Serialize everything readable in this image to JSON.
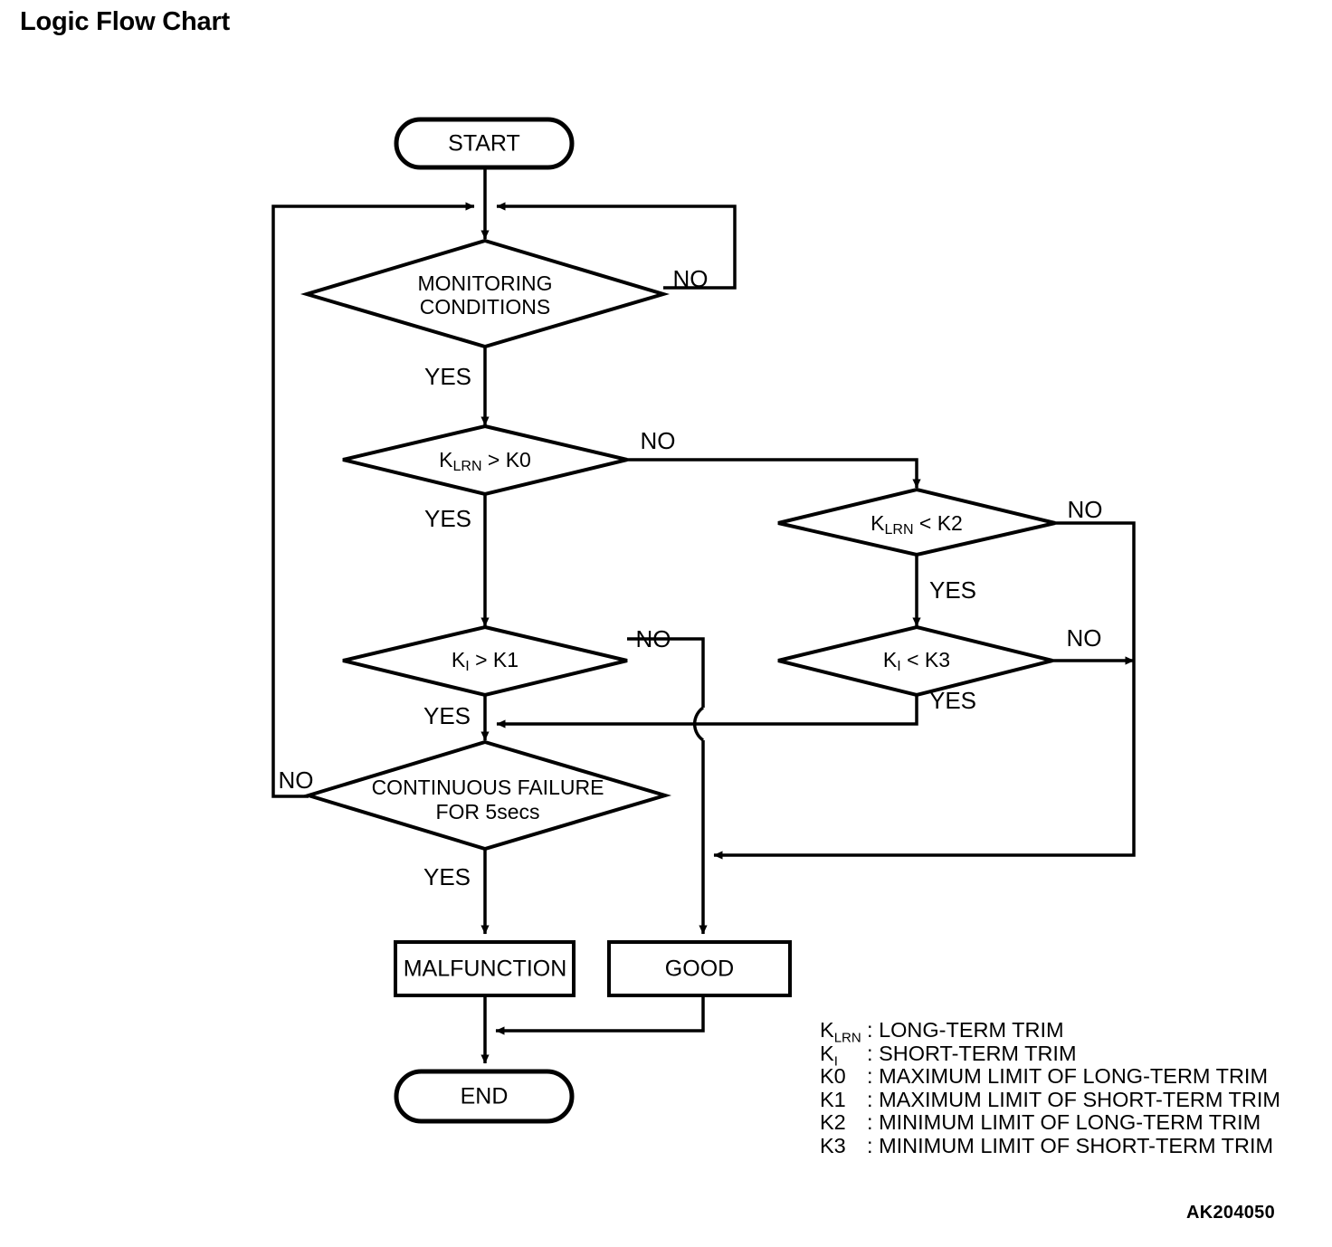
{
  "page": {
    "title": "Logic Flow Chart",
    "reference_code": "AK204050"
  },
  "chart_data": {
    "type": "diagram",
    "title": "Logic Flow Chart",
    "diagram_kind": "flowchart",
    "nodes": [
      {
        "id": "start",
        "shape": "terminator",
        "label": "START"
      },
      {
        "id": "monitoring",
        "shape": "decision",
        "label_line1": "MONITORING",
        "label_line2": "CONDITIONS"
      },
      {
        "id": "klrn_gt_k0",
        "shape": "decision",
        "label": "KLRN > K0",
        "symbol": "K",
        "subscript": "LRN",
        "operator": ">",
        "operand": "K0"
      },
      {
        "id": "ki_gt_k1",
        "shape": "decision",
        "label": "KI > K1",
        "symbol": "K",
        "subscript": "I",
        "operator": ">",
        "operand": "K1"
      },
      {
        "id": "klrn_lt_k2",
        "shape": "decision",
        "label": "KLRN < K2",
        "symbol": "K",
        "subscript": "LRN",
        "operator": "<",
        "operand": "K2"
      },
      {
        "id": "ki_lt_k3",
        "shape": "decision",
        "label": "KI < K3",
        "symbol": "K",
        "subscript": "I",
        "operator": "<",
        "operand": "K3"
      },
      {
        "id": "continuous_failure",
        "shape": "decision",
        "label_line1": "CONTINUOUS FAILURE",
        "label_line2": "FOR 5secs"
      },
      {
        "id": "malfunction",
        "shape": "process",
        "label": "MALFUNCTION"
      },
      {
        "id": "good",
        "shape": "process",
        "label": "GOOD"
      },
      {
        "id": "end",
        "shape": "terminator",
        "label": "END"
      }
    ],
    "edges": [
      {
        "from": "start",
        "to": "monitoring",
        "label": ""
      },
      {
        "from": "monitoring",
        "to": "klrn_gt_k0",
        "label": "YES"
      },
      {
        "from": "monitoring",
        "to": "monitoring",
        "label": "NO",
        "note": "loops back above monitoring"
      },
      {
        "from": "klrn_gt_k0",
        "to": "ki_gt_k1",
        "label": "YES"
      },
      {
        "from": "klrn_gt_k0",
        "to": "klrn_lt_k2",
        "label": "NO"
      },
      {
        "from": "ki_gt_k1",
        "to": "continuous_failure",
        "label": "YES"
      },
      {
        "from": "ki_gt_k1",
        "to": "good",
        "label": "NO"
      },
      {
        "from": "klrn_lt_k2",
        "to": "ki_lt_k3",
        "label": "YES"
      },
      {
        "from": "klrn_lt_k2",
        "to": "good",
        "label": "NO"
      },
      {
        "from": "ki_lt_k3",
        "to": "continuous_failure",
        "label": "YES"
      },
      {
        "from": "ki_lt_k3",
        "to": "good",
        "label": "NO"
      },
      {
        "from": "continuous_failure",
        "to": "malfunction",
        "label": "YES"
      },
      {
        "from": "continuous_failure",
        "to": "monitoring",
        "label": "NO"
      },
      {
        "from": "malfunction",
        "to": "end",
        "label": ""
      },
      {
        "from": "good",
        "to": "end",
        "label": ""
      }
    ]
  },
  "nodes": {
    "start": {
      "label": "START"
    },
    "monitoring": {
      "line1": "MONITORING",
      "line2": "CONDITIONS"
    },
    "klrn_gt_k0": {
      "sym": "K",
      "sub": "LRN",
      "rest": " > K0"
    },
    "ki_gt_k1": {
      "sym": "K",
      "sub": "I",
      "rest": " > K1"
    },
    "klrn_lt_k2": {
      "sym": "K",
      "sub": "LRN",
      "rest": " < K2"
    },
    "ki_lt_k3": {
      "sym": "K",
      "sub": "I",
      "rest": " < K3"
    },
    "continuous_failure": {
      "line1": "CONTINUOUS FAILURE",
      "line2": "FOR 5secs"
    },
    "malfunction": {
      "label": "MALFUNCTION"
    },
    "good": {
      "label": "GOOD"
    },
    "end": {
      "label": "END"
    }
  },
  "branch_labels": {
    "monitoring_no": "NO",
    "monitoring_yes": "YES",
    "klrn_k0_no": "NO",
    "klrn_k0_yes": "YES",
    "ki_k1_no": "NO",
    "ki_k1_yes": "YES",
    "klrn_k2_no": "NO",
    "klrn_k2_yes": "YES",
    "ki_k3_no": "NO",
    "ki_k3_yes": "YES",
    "cont_fail_no": "NO",
    "cont_fail_yes": "YES"
  },
  "legend": {
    "rows": [
      {
        "symbol": "K",
        "subscript": "LRN",
        "separator": ":",
        "description": "LONG-TERM TRIM"
      },
      {
        "symbol": "K",
        "subscript": "I",
        "separator": ":",
        "description": "SHORT-TERM TRIM"
      },
      {
        "symbol": "K0",
        "subscript": "",
        "separator": ":",
        "description": "MAXIMUM LIMIT OF LONG-TERM TRIM"
      },
      {
        "symbol": "K1",
        "subscript": "",
        "separator": ":",
        "description": "MAXIMUM LIMIT OF SHORT-TERM TRIM"
      },
      {
        "symbol": "K2",
        "subscript": "",
        "separator": ":",
        "description": "MINIMUM LIMIT OF LONG-TERM TRIM"
      },
      {
        "symbol": "K3",
        "subscript": "",
        "separator": ":",
        "description": "MINIMUM LIMIT OF SHORT-TERM TRIM"
      }
    ]
  },
  "colors": {
    "ink": "#000000",
    "paper": "#ffffff"
  }
}
